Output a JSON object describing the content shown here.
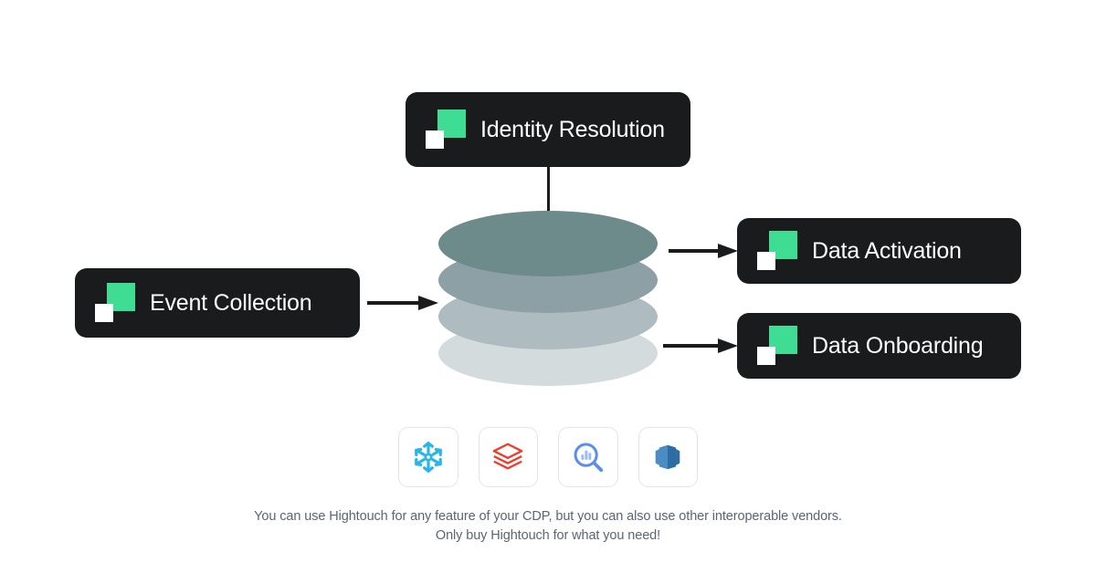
{
  "diagram": {
    "title": "Hightouch Composable CDP architecture",
    "background_color": "#ffffff",
    "brand": {
      "node_background": "#191B1C",
      "accent_green": "#3FDC93",
      "mark_white": "#FFFFFF",
      "caption_color": "#5A6575"
    },
    "nodes": [
      {
        "id": "identity-resolution",
        "label": "Identity Resolution",
        "icon": "hightouch-logo-icon"
      },
      {
        "id": "event-collection",
        "label": "Event Collection",
        "icon": "hightouch-logo-icon"
      },
      {
        "id": "data-activation",
        "label": "Data Activation",
        "icon": "hightouch-logo-icon"
      },
      {
        "id": "data-onboarding",
        "label": "Data Onboarding",
        "icon": "hightouch-logo-icon"
      }
    ],
    "data_warehouse": {
      "name": "data-warehouse-stack",
      "layer_count": 4,
      "layer_colors": [
        "#6E8B8C",
        "#8CA0A5",
        "#AEBBC1",
        "#D3DBDC"
      ]
    },
    "connectors": [
      {
        "id": "identity-to-warehouse",
        "type": "line",
        "from": "identity-resolution",
        "to": "data-warehouse-stack"
      },
      {
        "id": "event-to-warehouse",
        "type": "arrow",
        "from": "event-collection",
        "to": "data-warehouse-stack"
      },
      {
        "id": "warehouse-to-activation",
        "type": "arrow",
        "from": "data-warehouse-stack",
        "to": "data-activation"
      },
      {
        "id": "warehouse-to-onboarding",
        "type": "arrow",
        "from": "data-warehouse-stack",
        "to": "data-onboarding"
      }
    ],
    "vendors": [
      {
        "id": "snowflake",
        "icon": "snowflake-icon",
        "color": "#29B5E8"
      },
      {
        "id": "databricks",
        "icon": "databricks-icon",
        "color": "#EE3D2C"
      },
      {
        "id": "bigquery",
        "icon": "bigquery-icon",
        "color": "#5B8DEF"
      },
      {
        "id": "redshift",
        "icon": "redshift-icon",
        "color": "#2E6DA4"
      }
    ],
    "caption": {
      "line1": "You can use Hightouch for any feature of your CDP, but you can also use other interoperable vendors.",
      "line2": "Only buy Hightouch for what you need!"
    }
  }
}
